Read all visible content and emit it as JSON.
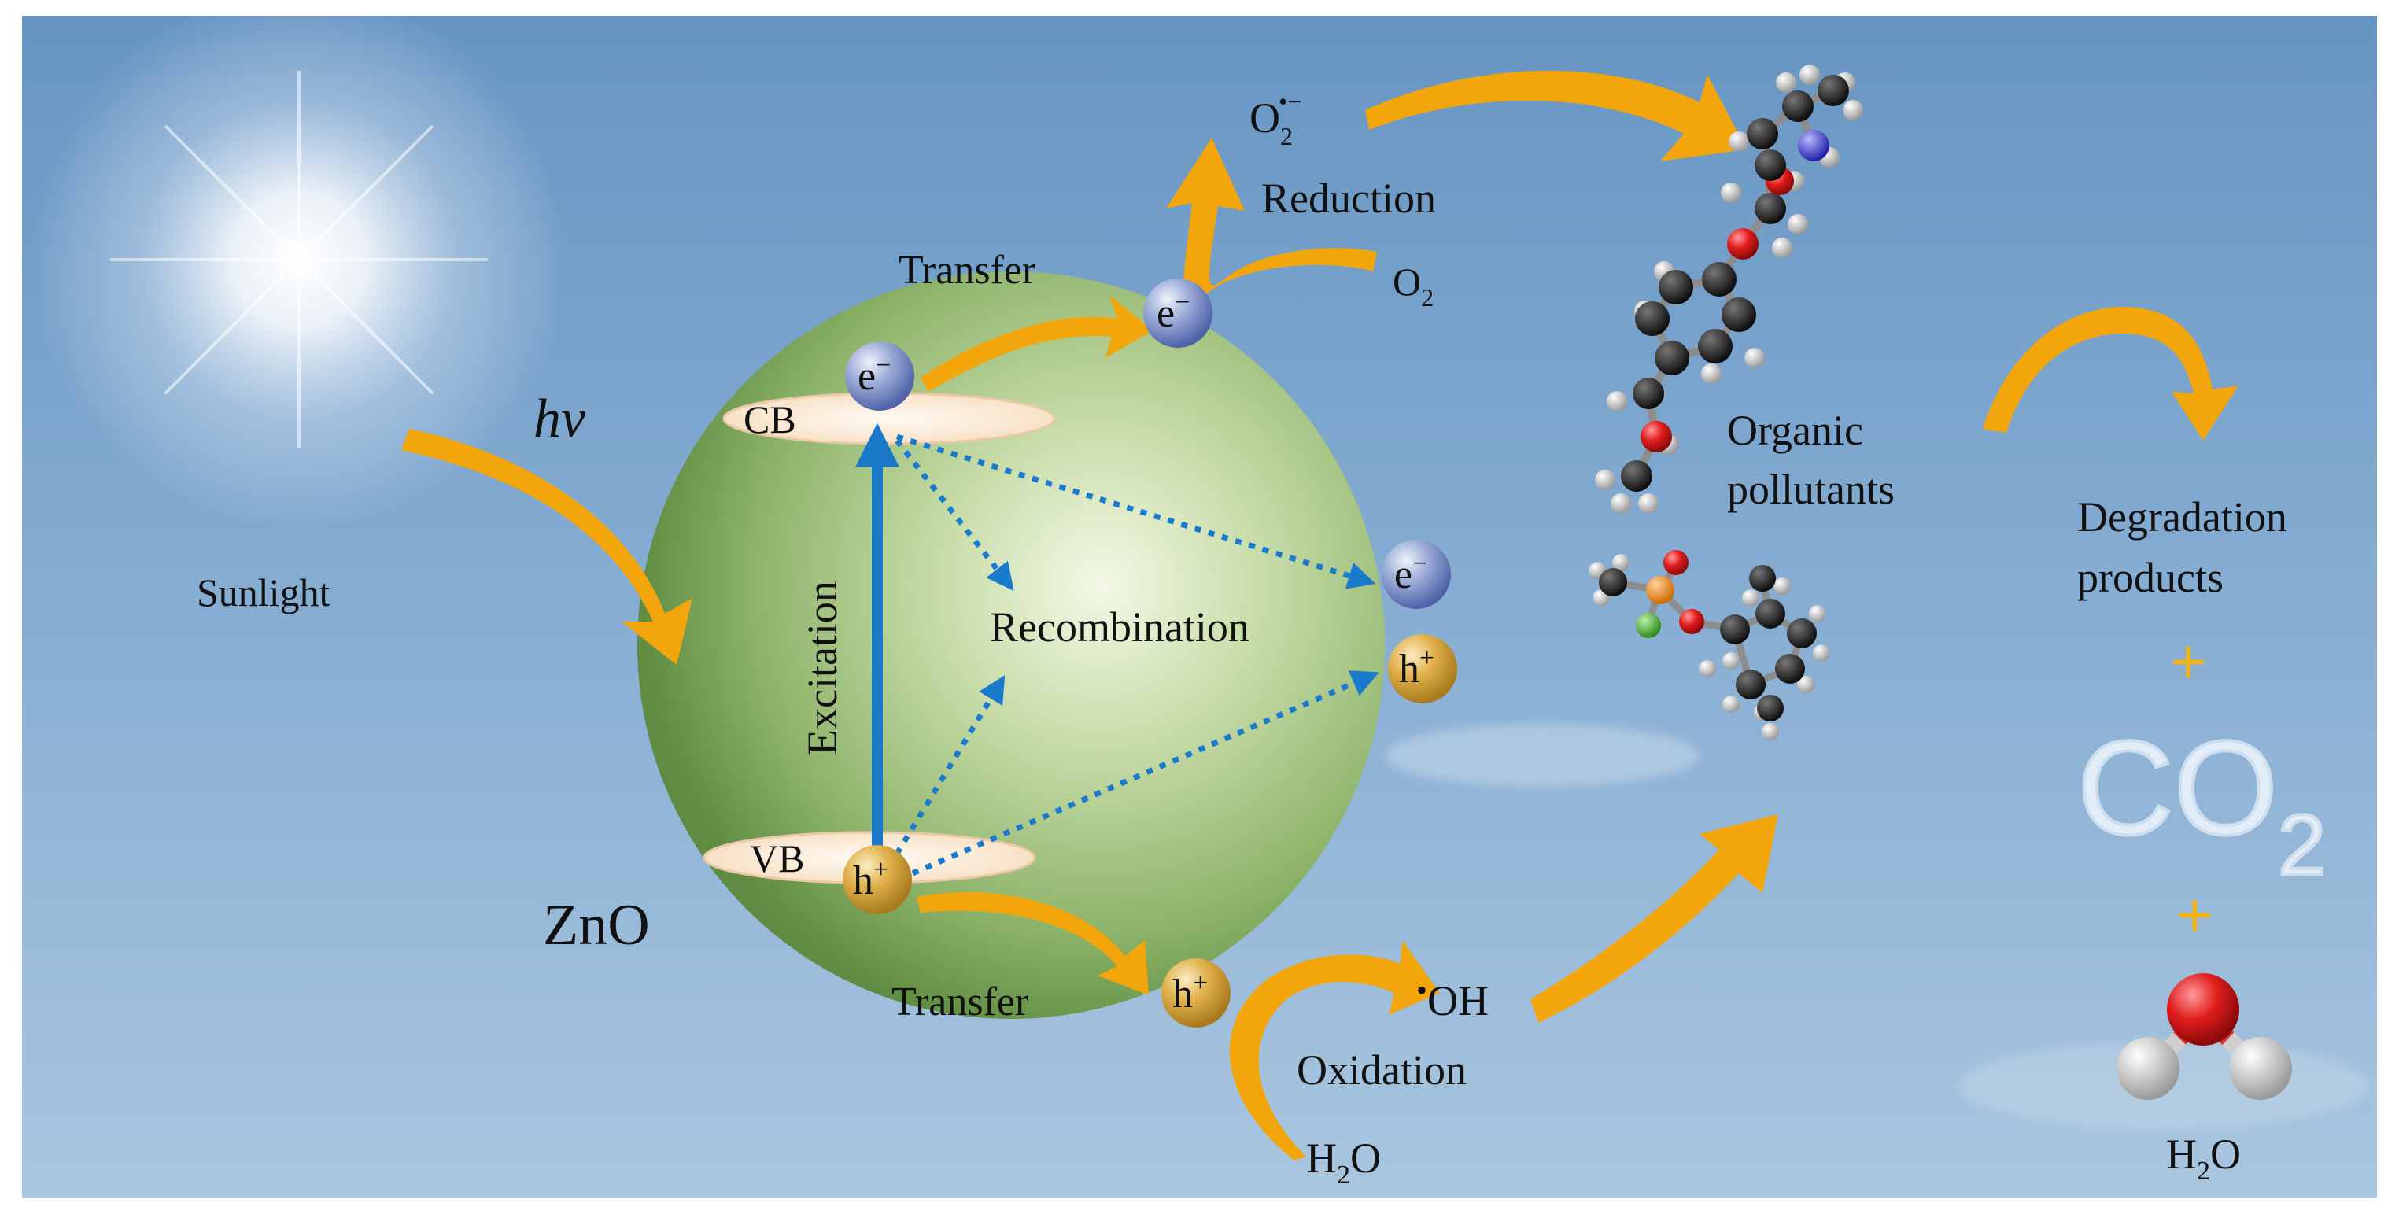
{
  "labels": {
    "sunlight": "Sunlight",
    "hv": "hv",
    "zno": "ZnO",
    "cb": "CB",
    "vb": "VB",
    "excitation": "Excitation",
    "recombination": "Recombination",
    "transfer_top": "Transfer",
    "transfer_bottom": "Transfer",
    "reduction": "Reduction",
    "oxidation": "Oxidation",
    "o2": "O",
    "o2_sub": "2",
    "superoxide_base": "O",
    "superoxide_sub": "2",
    "superoxide_sup": "•−",
    "hydroxyl_dot": "•",
    "hydroxyl": "OH",
    "water_left": "H",
    "water_left_sub": "2",
    "water_left_tail": "O",
    "water_right": "H",
    "water_right_sub": "2",
    "water_right_tail": "O",
    "organic_line1": "Organic",
    "organic_line2": "pollutants",
    "degradation_line1": "Degradation",
    "degradation_line2": "products",
    "plus1": "+",
    "plus2": "+",
    "co2_main": "CO",
    "co2_sub": "2",
    "electron": "e",
    "electron_sign": "−",
    "hole": "h",
    "hole_sign": "+"
  },
  "colors": {
    "sky_top": "#6e9cc6",
    "sky_bottom": "#a6c4dd",
    "arrow_orange": "#f2a60c",
    "arrow_shadow": "#b07f20",
    "dotted_blue": "#1a7acb",
    "sphere_light": "#eef5df",
    "sphere_dark": "#6f9a4f",
    "band_fill": "#fbe9d5",
    "electron_ball": "#7d90c8",
    "hole_ball": "#d7a43a",
    "cloud": "#e8f1fb",
    "molecule_black": "#1c1c1c",
    "molecule_red": "#cc1818",
    "molecule_white": "#e6e6e6"
  }
}
